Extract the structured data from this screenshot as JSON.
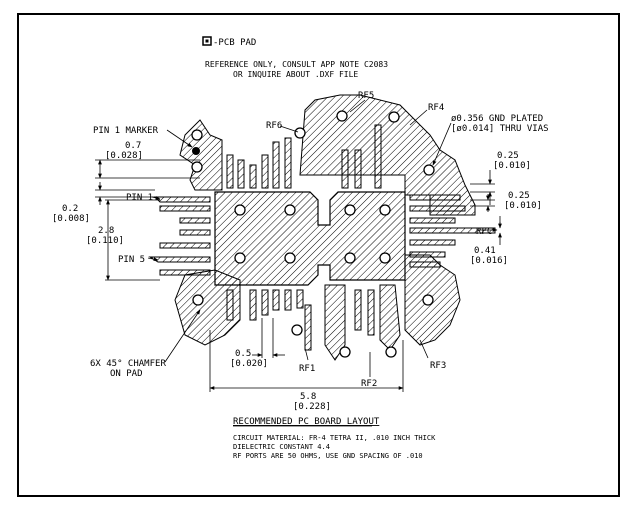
{
  "legend": {
    "pcb_pad": "-PCB PAD"
  },
  "notes": {
    "ref_line1": "REFERENCE ONLY, CONSULT APP NOTE C2083",
    "ref_line2": "OR INQUIRE ABOUT .DXF FILE"
  },
  "labels": {
    "pin1_marker": "PIN 1 MARKER",
    "pin1": "PIN 1",
    "pin5": "PIN 5",
    "rf1": "RF1",
    "rf2": "RF2",
    "rf3": "RF3",
    "rf4": "RF4",
    "rf5": "RF5",
    "rf6": "RF6",
    "rfc": "RFC",
    "vias_line1": "ø0.356 GND PLATED",
    "vias_line2": "[ø0.014] THRU VIAS",
    "chamfer_line1": "6X 45° CHAMFER",
    "chamfer_line2": "ON PAD"
  },
  "dimensions": {
    "d07": "0.7",
    "d07_in": "[0.028]",
    "d02": "0.2",
    "d02_in": "[0.008]",
    "d28": "2.8",
    "d28_in": "[0.110]",
    "d025a": "0.25",
    "d025a_in": "[0.010]",
    "d025b": "0.25",
    "d025b_in": "[0.010]",
    "d041": "0.41",
    "d041_in": "[0.016]",
    "d05": "0.5",
    "d05_in": "[0.020]",
    "d58": "5.8",
    "d58_in": "[0.228]"
  },
  "footer": {
    "title": "RECOMMENDED PC BOARD LAYOUT",
    "line1": "CIRCUIT MATERIAL:  FR-4 TETRA II,  .010 INCH THICK",
    "line2": "DIELECTRIC CONSTANT 4.4",
    "line3": "RF PORTS ARE 50 OHMS, USE GND SPACING OF .010"
  }
}
